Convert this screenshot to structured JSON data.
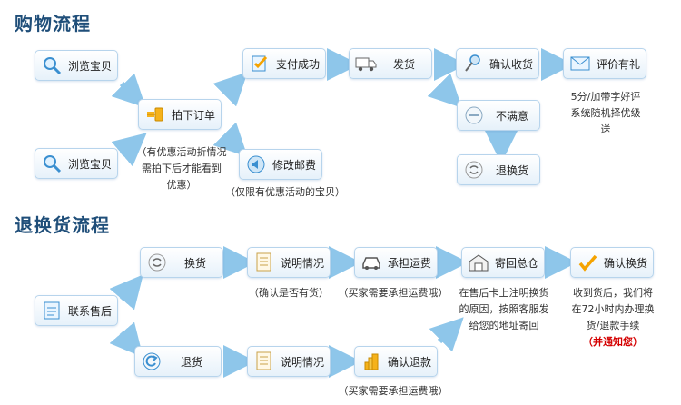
{
  "titles": {
    "purchase": "购物流程",
    "return": "退换货流程"
  },
  "purchase": {
    "browse_top": "浏览宝贝",
    "browse_bottom": "浏览宝贝",
    "order": "拍下订单",
    "pay": "支付成功",
    "ship": "发货",
    "confirm": "确认收货",
    "review": "评价有礼",
    "modify": "修改邮费",
    "unsatisfied": "不满意",
    "exchange": "退换货",
    "note_discount": [
      "（有优惠活动折情况",
      "需拍下后才能看到",
      "优惠）"
    ],
    "note_modify": "（仅限有优惠活动的宝贝）",
    "note_review": [
      "5分/加带字好评",
      "系统随机择优级",
      "送"
    ]
  },
  "returns": {
    "contact": "联系售后",
    "exchange": "换货",
    "explain_top": "说明情况",
    "freight": "承担运费",
    "send_back": "寄回总仓",
    "confirm_exchange": "确认换货",
    "refund": "退货",
    "explain_bottom": "说明情况",
    "confirm_refund": "确认退款",
    "note_confirm": "（确认是否有货）",
    "note_freight_top": "（买家需要承担运费哦）",
    "note_sendback": [
      "在售后卡上注明换货",
      "的原因，按照客服发",
      "给您的地址寄回"
    ],
    "note_exchange": [
      "收到货后，我们将",
      "在72小时内办理换",
      "货/退款手续"
    ],
    "note_notify": "（并通知您）",
    "note_freight_bottom": "（买家需要承担运费哦）"
  },
  "colors": {
    "title": "#1f4e79",
    "arrow": "#8ec6ea",
    "box_border": "#b7d4ec",
    "notify": "#d40000"
  }
}
